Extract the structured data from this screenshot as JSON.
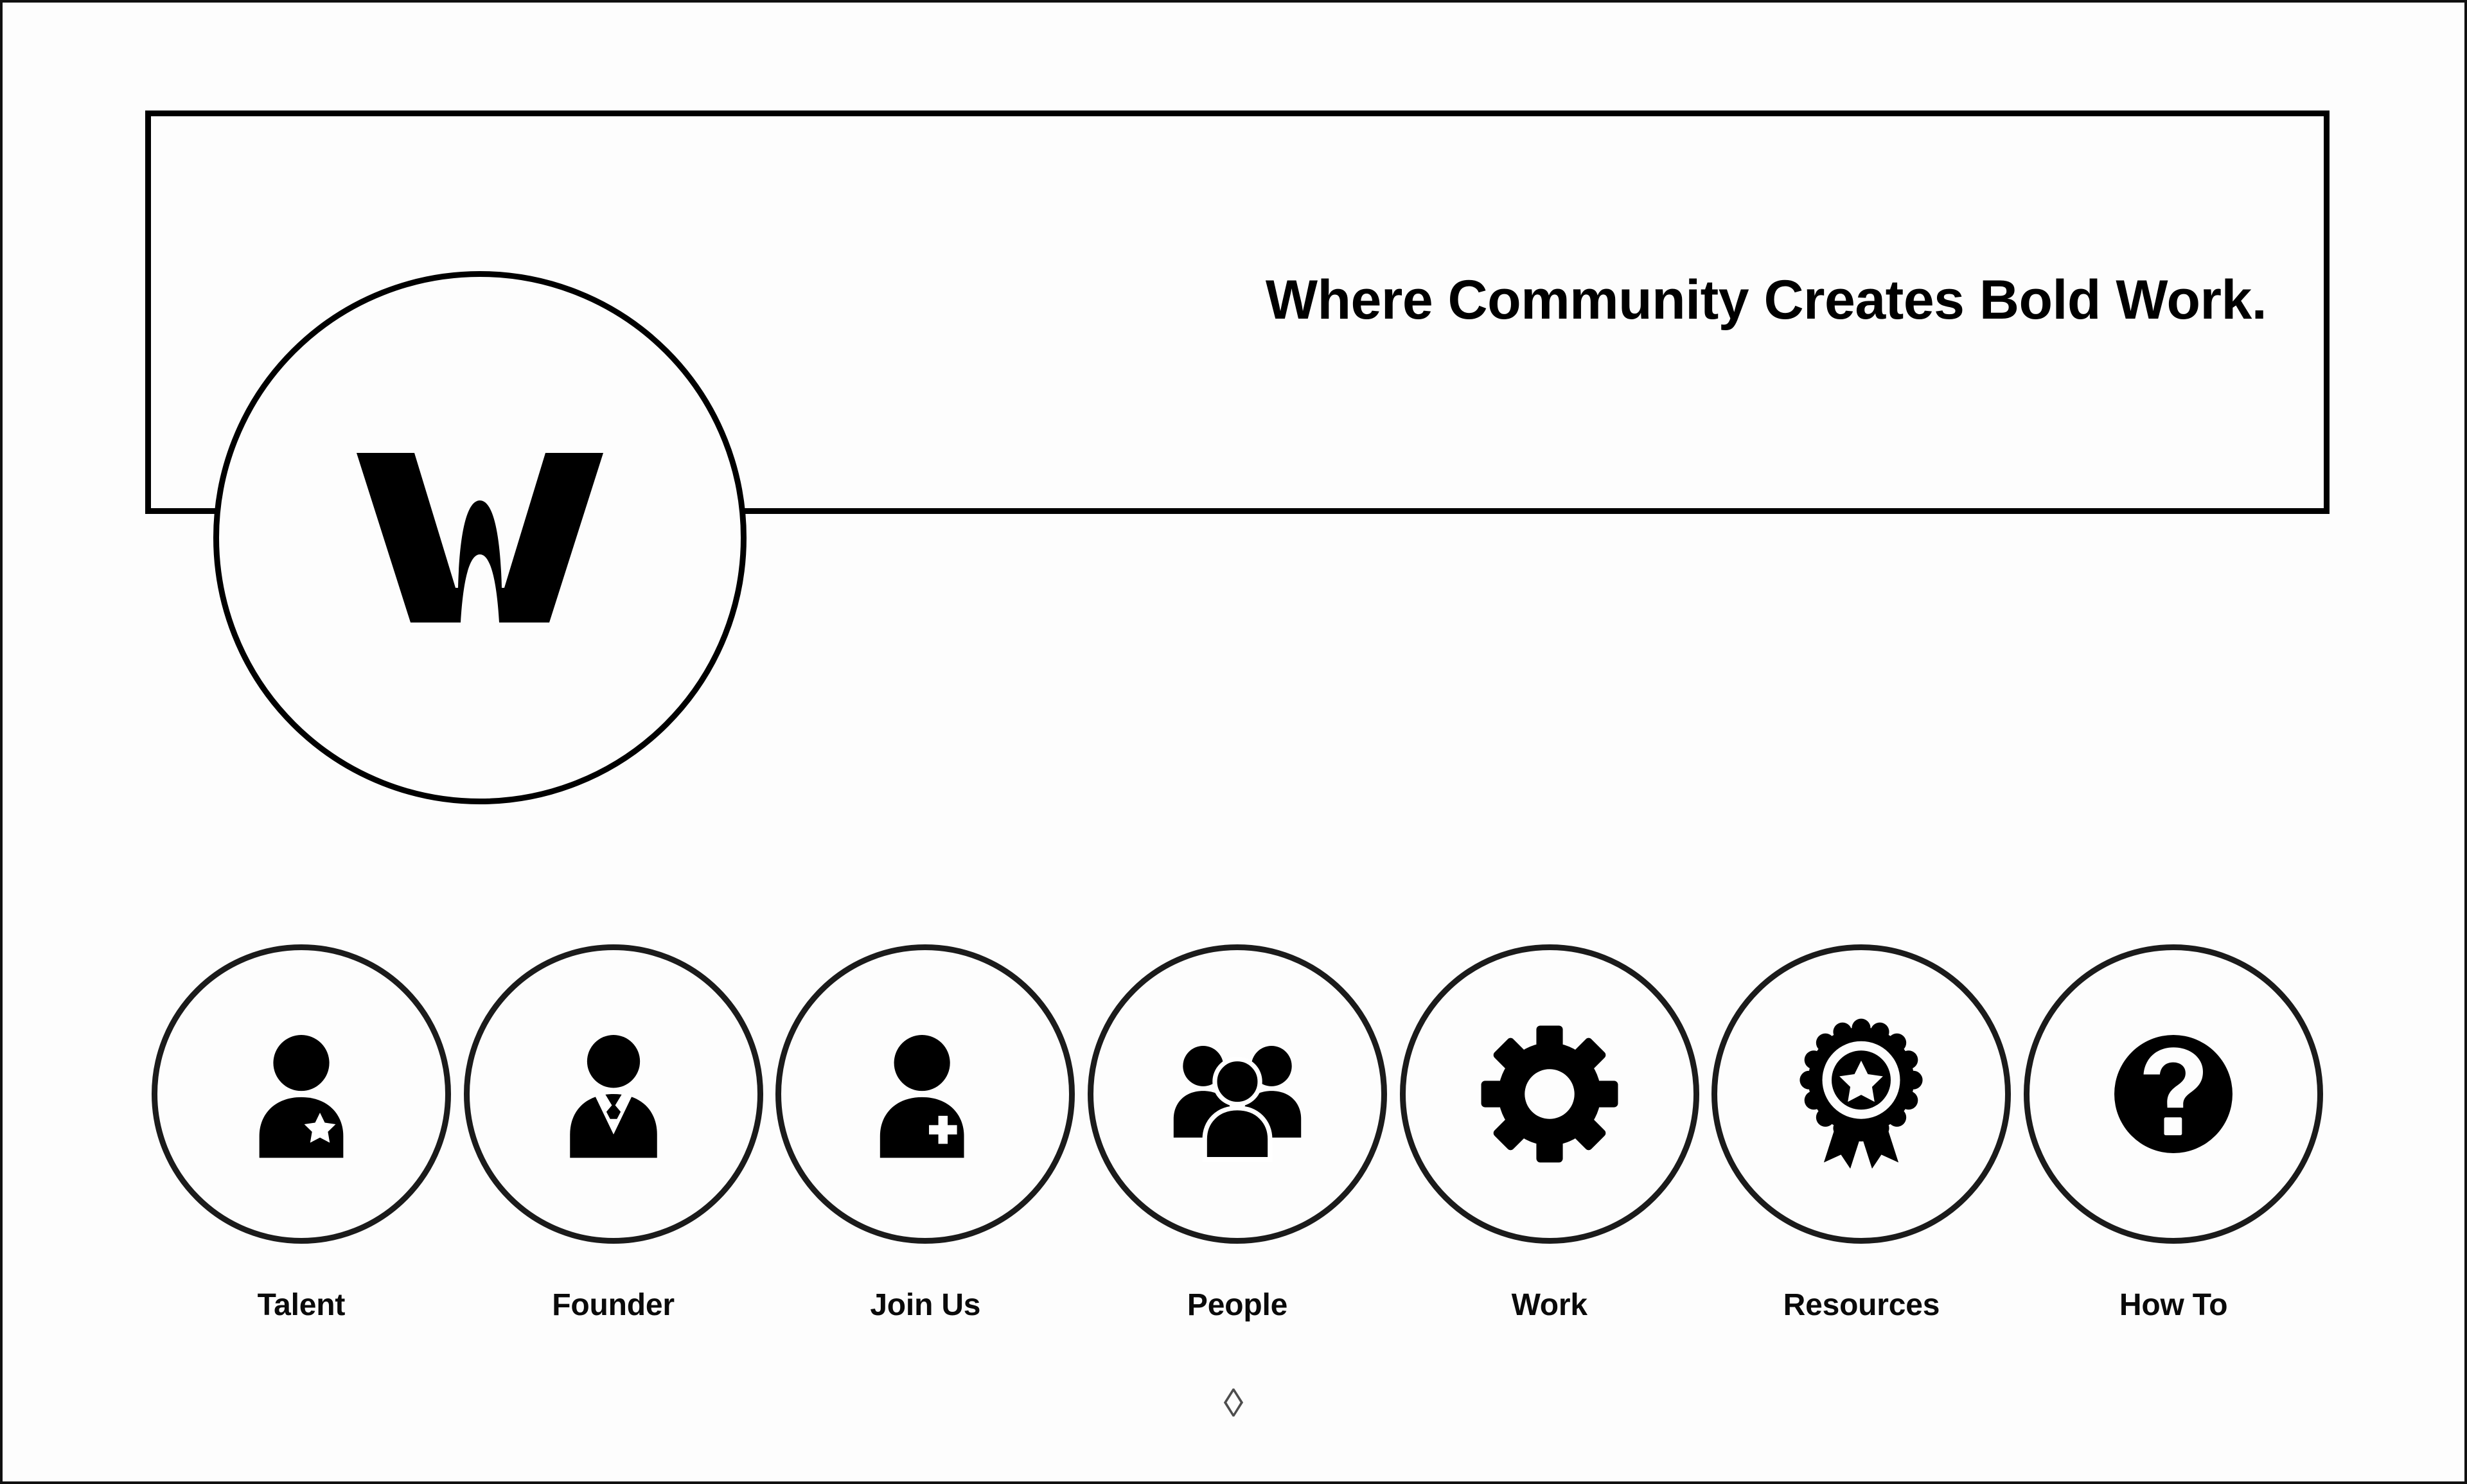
{
  "page": {
    "background_color": "#fdfdfd",
    "border_color": "#111111",
    "ink_color": "#000000"
  },
  "header": {
    "tagline": "Where Community Creates Bold Work.",
    "logo": {
      "letter": "W",
      "icon_name": "w-monogram-icon",
      "badge_shape": "circle"
    }
  },
  "nav": {
    "items": [
      {
        "label": "Talent",
        "icon": "person-star-icon"
      },
      {
        "label": "Founder",
        "icon": "person-suit-tie-icon"
      },
      {
        "label": "Join Us",
        "icon": "person-plus-icon"
      },
      {
        "label": "People",
        "icon": "people-group-icon"
      },
      {
        "label": "Work",
        "icon": "gear-icon"
      },
      {
        "label": "Resources",
        "icon": "award-ribbon-icon"
      },
      {
        "label": "How To",
        "icon": "question-circle-icon"
      }
    ]
  },
  "footer": {
    "ornament": "◊",
    "ornament_icon": "lozenge-icon"
  }
}
